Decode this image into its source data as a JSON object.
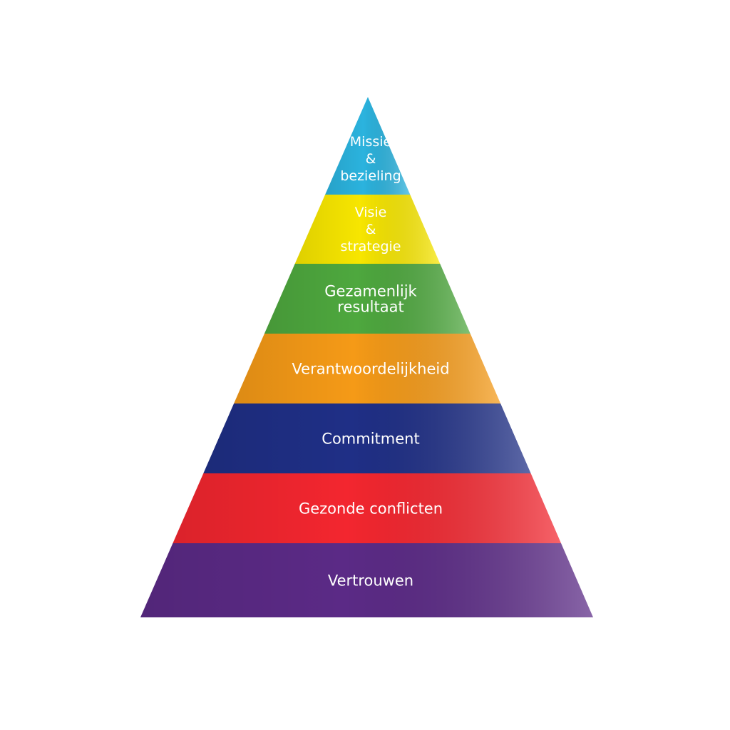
{
  "pyramid": {
    "tiers": [
      {
        "lines": [
          "Missie",
          "&",
          "bezieling"
        ],
        "color": "#2bb3de"
      },
      {
        "lines": [
          "Visie",
          "&",
          "strategie"
        ],
        "color": "#f7e600"
      },
      {
        "lines": [
          "Gezamenlijk",
          "resultaat"
        ],
        "color": "#4ea83e"
      },
      {
        "lines": [
          "Verantwoordelijkheid"
        ],
        "color": "#f59a17"
      },
      {
        "lines": [
          "Commitment"
        ],
        "color": "#1f2f86"
      },
      {
        "lines": [
          "Gezonde conflicten"
        ],
        "color": "#f3262f"
      },
      {
        "lines": [
          "Vertrouwen"
        ],
        "color": "#5b2a86"
      }
    ]
  }
}
